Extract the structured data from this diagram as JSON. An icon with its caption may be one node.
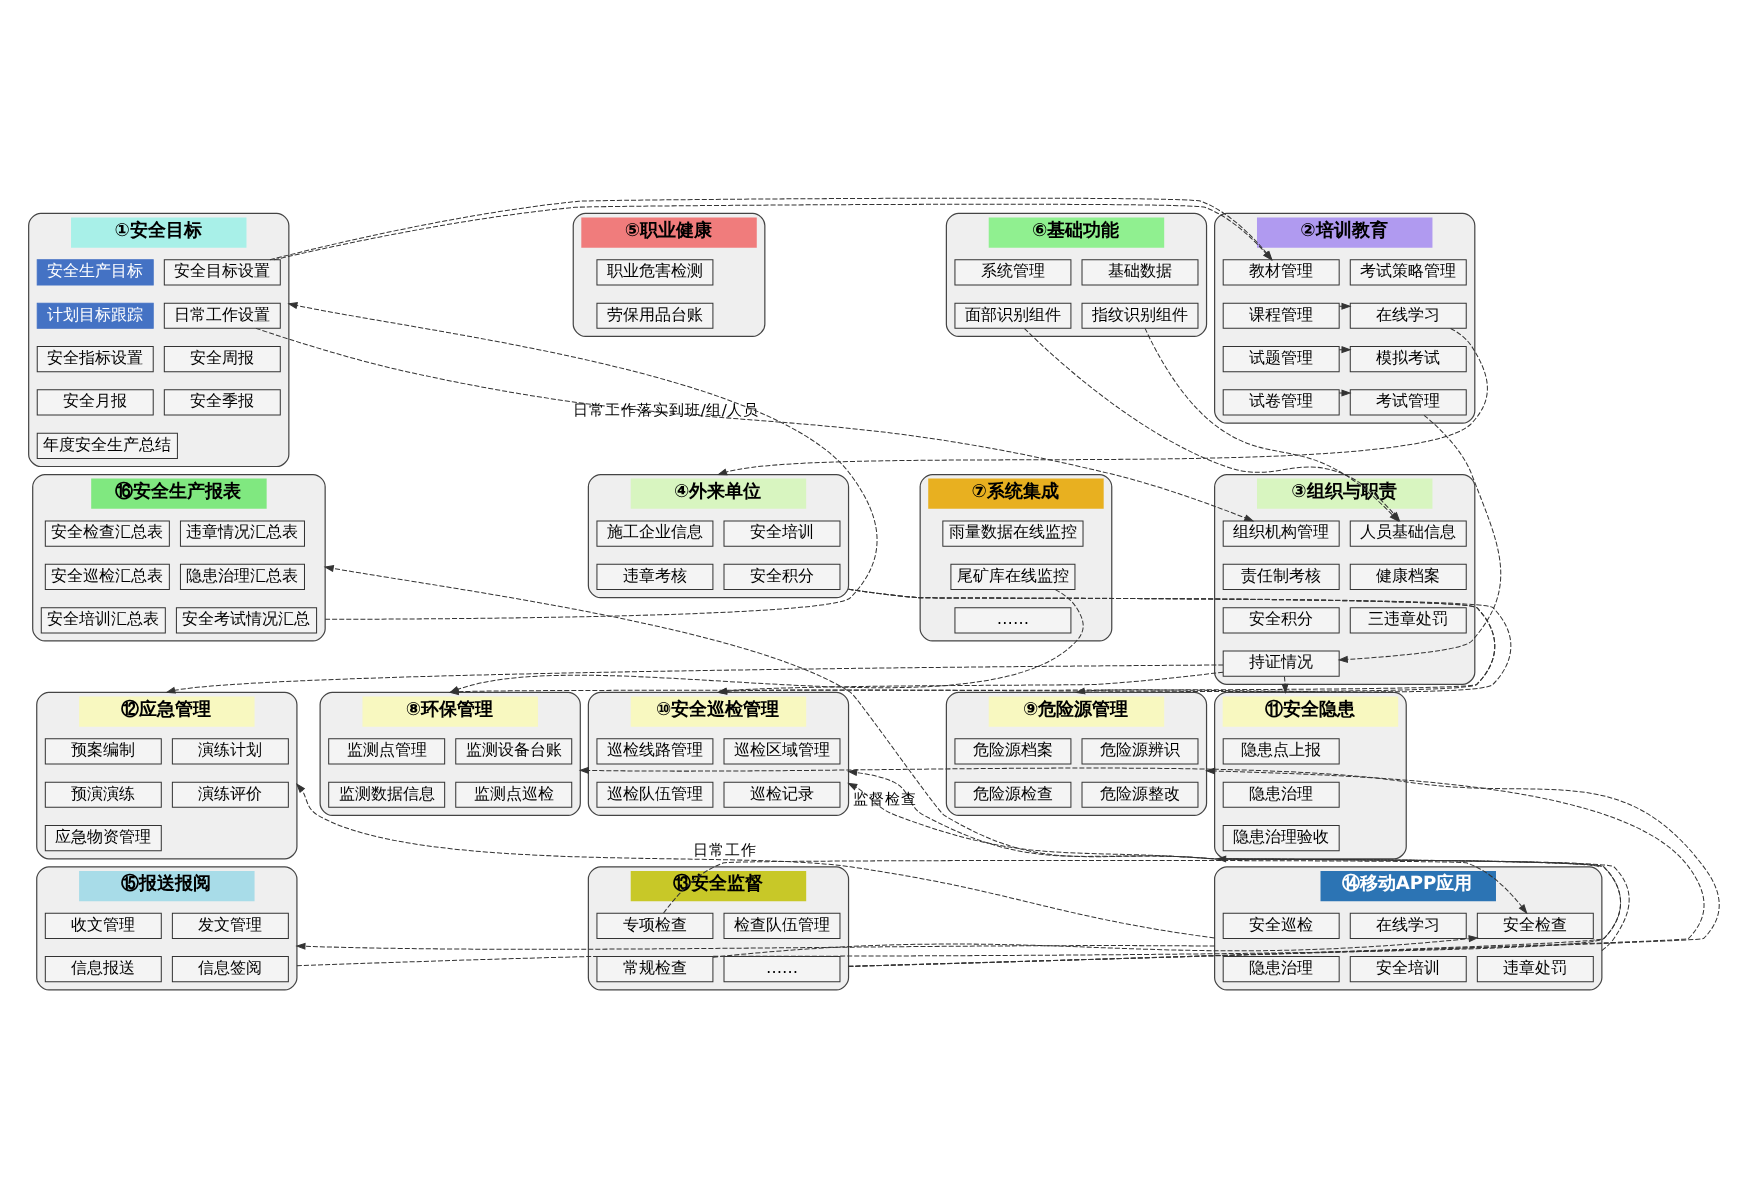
{
  "diagram": {
    "nodes": [
      {
        "text": [
          "①安全目标"
        ]
      },
      {
        "text": [
          "安全生产目标"
        ],
        "in": 0
      },
      {
        "text": [
          "安全目标设置"
        ],
        "in": 0
      },
      {
        "text": [
          "日常工作设置"
        ],
        "in": 0
      },
      {
        "text": [
          "安全指标设置"
        ],
        "in": 0
      },
      {
        "text": [
          "计划目标跟踪"
        ],
        "in": 0
      },
      {
        "text": [
          "安全周报"
        ],
        "in": 0
      },
      {
        "text": [
          "安全月报"
        ],
        "in": 0
      },
      {
        "text": [
          "安全季报"
        ],
        "in": 0
      },
      {
        "text": [
          "年度安全生产总结"
        ],
        "in": 0
      },
      {
        "text": [
          "②培训教育"
        ]
      },
      {
        "text": [
          "教材管理"
        ],
        "in": 10
      },
      {
        "text": [
          "考试策略管理"
        ],
        "in": 10
      },
      {
        "text": [
          "课程管理"
        ],
        "in": 10
      },
      {
        "text": [
          "在线学习"
        ],
        "in": 10
      },
      {
        "text": [
          "试题管理"
        ],
        "in": 10
      },
      {
        "text": [
          "模拟考试"
        ],
        "in": 10
      },
      {
        "text": [
          "试卷管理"
        ],
        "in": 10
      },
      {
        "text": [
          "考试管理"
        ],
        "in": 10
      },
      {
        "text": [
          "⑤职业健康"
        ]
      },
      {
        "text": [
          "职业危害检测"
        ],
        "in": 19
      },
      {
        "text": [
          "劳保用品台账"
        ],
        "in": 19
      },
      {
        "text": [
          "⑥基础功能"
        ]
      },
      {
        "text": [
          "系统管理"
        ],
        "in": 22
      },
      {
        "text": [
          "基础数据"
        ],
        "in": 22
      },
      {
        "text": [
          "面部识别组件"
        ],
        "in": 22
      },
      {
        "text": [
          "指纹识别组件"
        ],
        "in": 22
      },
      {
        "text": [
          "③组织与职责"
        ]
      },
      {
        "text": [
          "组织机构管理"
        ],
        "in": 27
      },
      {
        "text": [
          "人员基础信息"
        ],
        "in": 27
      },
      {
        "text": [
          "责任制考核"
        ],
        "in": 27
      },
      {
        "text": [
          "健康档案"
        ],
        "in": 27
      },
      {
        "text": [
          "安全积分"
        ],
        "in": 27
      },
      {
        "text": [
          "三违章处罚"
        ],
        "in": 27
      },
      {
        "text": [
          "持证情况"
        ],
        "in": 27
      },
      {
        "text": [
          "④外来单位"
        ]
      },
      {
        "text": [
          "施工企业信息"
        ],
        "in": 35
      },
      {
        "text": [
          "安全培训"
        ],
        "in": 35
      },
      {
        "text": [
          "违章考核"
        ],
        "in": 35
      },
      {
        "text": [
          "安全积分"
        ],
        "in": 35
      },
      {
        "text": [
          "⑦系统集成"
        ]
      },
      {
        "text": [
          "雨量数据在线监控"
        ],
        "in": 40
      },
      {
        "text": [
          "尾矿库在线监控"
        ],
        "in": 40
      },
      {
        "text": [
          "……"
        ],
        "in": 40
      },
      {
        "text": [
          "⑯安全生产报表"
        ]
      },
      {
        "text": [
          "安全检查汇总表"
        ],
        "in": 44
      },
      {
        "text": [
          "违章情况汇总表"
        ],
        "in": 44
      },
      {
        "text": [
          "安全巡检汇总表"
        ],
        "in": 44
      },
      {
        "text": [
          "隐患治理汇总表"
        ],
        "in": 44
      },
      {
        "text": [
          "安全培训汇总表"
        ],
        "in": 44
      },
      {
        "text": [
          "安全考试情况汇总"
        ],
        "in": 44
      },
      {
        "text": [
          "⑫应急管理"
        ]
      },
      {
        "text": [
          "预案编制"
        ],
        "in": 51
      },
      {
        "text": [
          "演练计划"
        ],
        "in": 51
      },
      {
        "text": [
          "预演演练"
        ],
        "in": 51
      },
      {
        "text": [
          "演练评价"
        ],
        "in": 51
      },
      {
        "text": [
          "应急物资管理"
        ],
        "in": 51
      },
      {
        "text": [
          "⑪安全隐患"
        ]
      },
      {
        "text": [
          "隐患点上报"
        ],
        "in": 57
      },
      {
        "text": [
          "隐患治理"
        ],
        "in": 57
      },
      {
        "text": [
          "隐患治理验收"
        ],
        "in": 57
      },
      {
        "text": [
          "⑩安全巡检管理"
        ]
      },
      {
        "text": [
          "巡检线路管理"
        ],
        "in": 61
      },
      {
        "text": [
          "巡检区域管理"
        ],
        "in": 61
      },
      {
        "text": [
          "巡检队伍管理"
        ],
        "in": 61
      },
      {
        "text": [
          "巡检记录"
        ],
        "in": 61
      },
      {
        "text": [
          "⑨危险源管理"
        ]
      },
      {
        "text": [
          "危险源档案"
        ],
        "in": 66
      },
      {
        "text": [
          "危险源辨识"
        ],
        "in": 66
      },
      {
        "text": [
          "危险源检查"
        ],
        "in": 66
      },
      {
        "text": [
          "危险源整改"
        ],
        "in": 66
      },
      {
        "text": [
          "⑧环保管理"
        ]
      },
      {
        "text": [
          "监测点管理"
        ],
        "in": 71
      },
      {
        "text": [
          "监测设备台账"
        ],
        "in": 71
      },
      {
        "text": [
          "监测数据信息"
        ],
        "in": 71
      },
      {
        "text": [
          "监测点巡检"
        ],
        "in": 71
      },
      {
        "text": [
          "⑮报送报阅"
        ]
      },
      {
        "text": [
          "收文管理"
        ],
        "in": 76
      },
      {
        "text": [
          "发文管理"
        ],
        "in": 76
      },
      {
        "text": [
          "信息报送"
        ],
        "in": 76
      },
      {
        "text": [
          "信息签阅"
        ],
        "in": 76
      },
      {
        "text": [
          "⑭移动APP应用"
        ]
      },
      {
        "text": [
          "安全巡检"
        ],
        "in": 81
      },
      {
        "text": [
          "在线学习"
        ],
        "in": 81
      },
      {
        "text": [
          "安全检查"
        ],
        "in": 81
      },
      {
        "text": [
          "隐患治理"
        ],
        "in": 81
      },
      {
        "text": [
          "安全培训"
        ],
        "in": 81
      },
      {
        "text": [
          "违章处罚"
        ],
        "in": 81
      },
      {
        "text": [
          "⑬安全监督"
        ]
      },
      {
        "text": [
          "专项检查"
        ],
        "in": 88
      },
      {
        "text": [
          "检查队伍管理"
        ],
        "in": 88
      },
      {
        "text": [
          "常规检查"
        ],
        "in": 88
      },
      {
        "text": [
          "……"
        ],
        "in": 88
      }
    ],
    "edges": [
      {
        "from": 2,
        "to": 11,
        "arrow": "to",
        "style": "dashed"
      },
      {
        "from": 3,
        "to": 28,
        "arrow": "to",
        "style": "dashed",
        "label": "日常工作落实到班/组/人员"
      },
      {
        "from": 13,
        "to": 14,
        "arrow": "to",
        "style": "dashed"
      },
      {
        "from": 15,
        "to": 16,
        "arrow": "to",
        "style": "dashed"
      },
      {
        "from": 17,
        "to": 18,
        "arrow": "to",
        "style": "dashed"
      },
      {
        "from": 14,
        "to": 35,
        "arrow": "to",
        "style": "dashed"
      },
      {
        "from": 18,
        "to": 34,
        "arrow": "to",
        "style": "dashed"
      },
      {
        "from": 25,
        "to": 29,
        "arrow": "to",
        "style": "dashed"
      },
      {
        "from": 26,
        "to": 29,
        "arrow": "to",
        "style": "dashed"
      },
      {
        "from": 34,
        "to": 51,
        "arrow": "to",
        "style": "dashed"
      },
      {
        "from": 34,
        "to": 57,
        "arrow": "to",
        "style": "dashed"
      },
      {
        "from": 34,
        "to": 61,
        "arrow": "to",
        "style": "dashed"
      },
      {
        "from": 35,
        "to": 61,
        "arrow": "to",
        "style": "dashed"
      },
      {
        "from": 35,
        "to": 66,
        "arrow": "to",
        "style": "dashed"
      },
      {
        "from": 35,
        "to": 71,
        "arrow": "to",
        "style": "dashed"
      },
      {
        "from": 42,
        "to": 71,
        "arrow": "to",
        "style": "dashed"
      },
      {
        "from": 81,
        "to": 51,
        "arrow": "to",
        "style": "dashed",
        "label": "日常工作"
      },
      {
        "from": 81,
        "to": 57,
        "arrow": "to",
        "style": "dashed"
      },
      {
        "from": 81,
        "to": 61,
        "arrow": "to",
        "style": "dashed"
      },
      {
        "from": 88,
        "to": 61,
        "arrow": "to",
        "style": "dashed",
        "label": "监督检查"
      },
      {
        "from": 88,
        "to": 66,
        "arrow": "to",
        "style": "dashed"
      },
      {
        "from": 88,
        "to": 71,
        "arrow": "to",
        "style": "dashed"
      },
      {
        "from": 81,
        "to": 76,
        "arrow": "to",
        "style": "dashed"
      },
      {
        "from": 76,
        "to": 44,
        "arrow": "to",
        "style": "dashed"
      },
      {
        "from": 44,
        "to": 0,
        "arrow": "to",
        "style": "dashed"
      },
      {
        "from": 89,
        "to": 84,
        "arrow": "to",
        "style": "dashed"
      },
      {
        "from": 91,
        "to": 84,
        "arrow": "to",
        "style": "dashed"
      }
    ]
  }
}
